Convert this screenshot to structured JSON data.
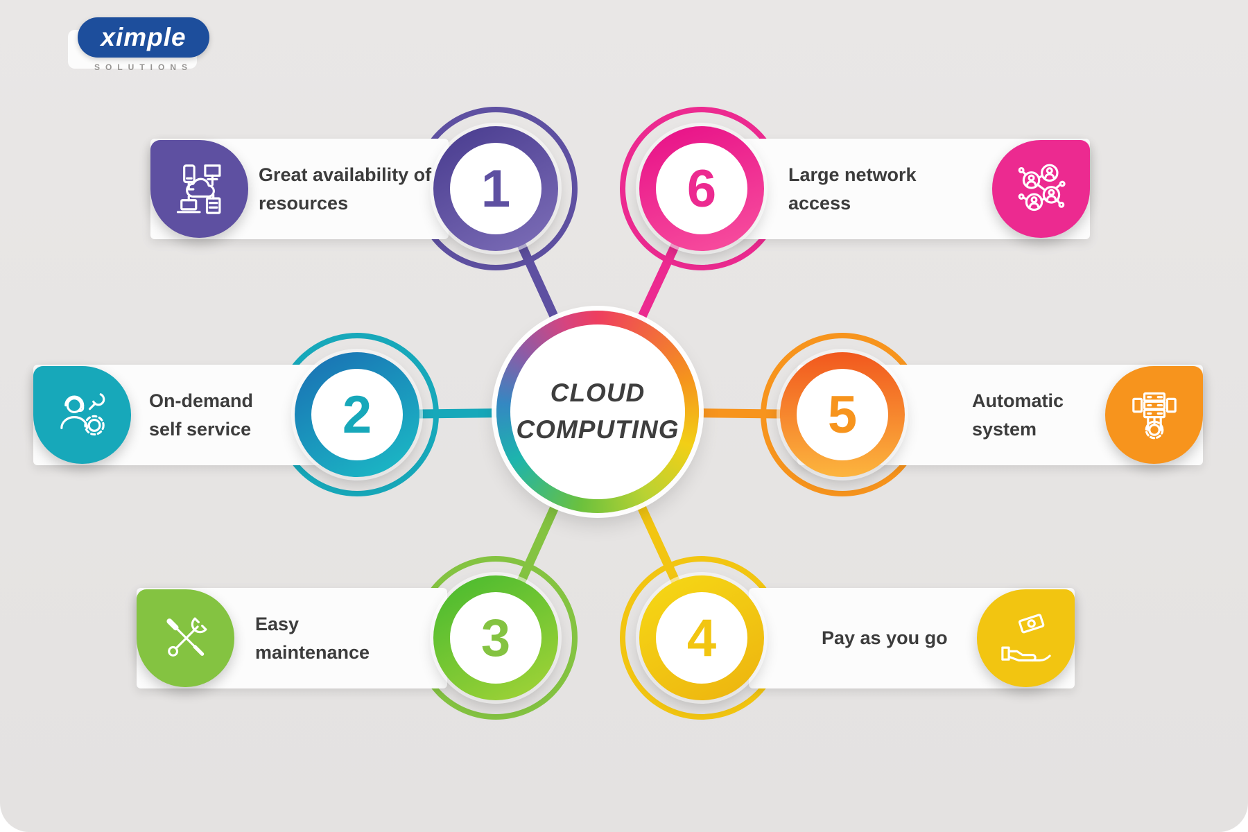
{
  "canvas": {
    "background_color": "#e6e4e2"
  },
  "logo": {
    "brand": "Ximple",
    "tagline": "SOLUTIONS",
    "pill_color": "#1d4e9c"
  },
  "center": {
    "title_lines": [
      "CLOUD",
      "COMPUTING"
    ],
    "ring_colors": [
      "#ee3e5f",
      "#f5941d",
      "#f2cf16",
      "#b9d233",
      "#6cc13d",
      "#1db4ad",
      "#3488c2",
      "#8a5ca7",
      "#d6447f"
    ]
  },
  "items": [
    {
      "number": "1",
      "label": "Great availability of resources",
      "color": "#5e50a1",
      "icon": "cloud-network"
    },
    {
      "number": "2",
      "label": "On-demand self service",
      "color": "#17a8ba",
      "icon": "support-agent"
    },
    {
      "number": "3",
      "label": "Easy maintenance",
      "color": "#84c341",
      "icon": "maintenance-tools"
    },
    {
      "number": "4",
      "label": "Pay as you go",
      "color": "#f2c511",
      "icon": "hand-payment"
    },
    {
      "number": "5",
      "label": "Automatic system",
      "color": "#f7941d",
      "icon": "server-gear"
    },
    {
      "number": "6",
      "label": "Large network access",
      "color": "#ec2a90",
      "icon": "user-network"
    }
  ]
}
